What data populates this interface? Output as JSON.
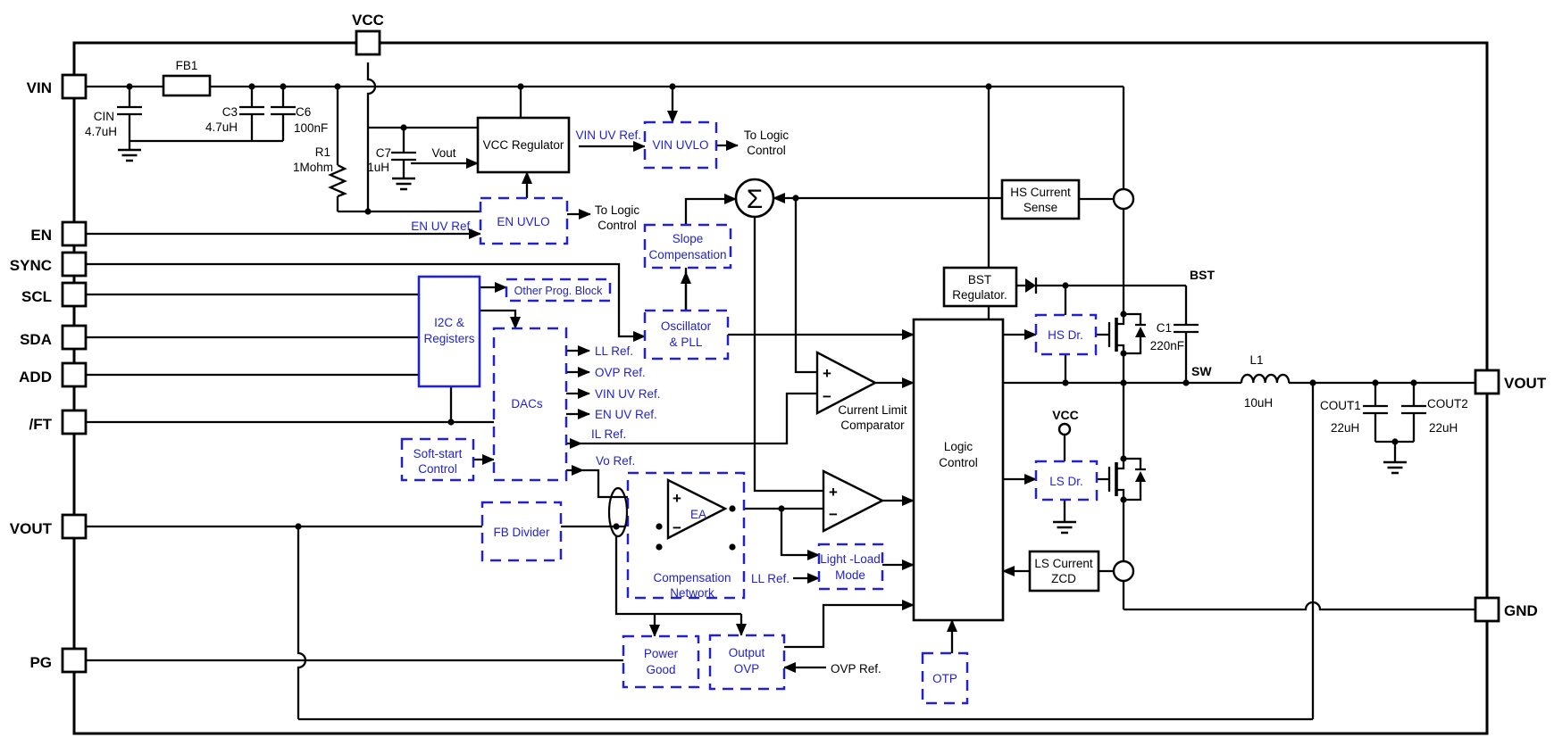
{
  "colors": {
    "blue": "#2222cc",
    "black": "#000000"
  },
  "pins": {
    "vin": "VIN",
    "en": "EN",
    "sync": "SYNC",
    "scl": "SCL",
    "sda": "SDA",
    "add": "ADD",
    "ft": "/FT",
    "vout_left": "VOUT",
    "pg": "PG",
    "vcc": "VCC",
    "vout_right": "VOUT",
    "gnd": "GND"
  },
  "components": {
    "fb1": "FB1",
    "cin_name": "CIN",
    "cin_value": "4.7uH",
    "c3_name": "C3",
    "c3_value": "4.7uH",
    "c6_name": "C6",
    "c6_value": "100nF",
    "r1_name": "R1",
    "r1_value": "1Mohm",
    "c7_name": "C7",
    "c7_value": "1uH",
    "c1_name": "C1",
    "c1_value": "220nF",
    "l1_name": "L1",
    "l1_value": "10uH",
    "cout1_name": "COUT1",
    "cout1_value": "22uH",
    "cout2_name": "COUT2",
    "cout2_value": "22uH"
  },
  "blocks": {
    "vcc_regulator": "VCC Regulator",
    "vin_uvlo": "VIN UVLO",
    "en_uvlo": "EN UVLO",
    "slope_compensation": [
      "Slope",
      "Compensation"
    ],
    "oscillator_pll": [
      "Oscillator",
      "& PLL"
    ],
    "other_prog_block": "Other Prog. Block",
    "i2c_registers": [
      "I2C &",
      "Registers"
    ],
    "dacs": "DACs",
    "soft_start": [
      "Soft-start",
      "Control"
    ],
    "fb_divider": "FB Divider",
    "ea": "EA",
    "compensation_network": [
      "Compensation",
      "Network"
    ],
    "current_limit_comparator": [
      "Current Limit",
      "Comparator"
    ],
    "light_load_mode": [
      "Light -Load",
      "Mode"
    ],
    "logic_control": [
      "Logic",
      "Control"
    ],
    "bst_regulator": [
      "BST",
      "Regulator."
    ],
    "hs_current_sense": [
      "HS Current",
      "Sense"
    ],
    "ls_current_zcd": [
      "LS Current",
      "ZCD"
    ],
    "hs_dr": "HS Dr.",
    "ls_dr": "LS Dr.",
    "power_good": [
      "Power",
      "Good"
    ],
    "output_ovp": [
      "Output",
      "OVP"
    ],
    "otp": "OTP"
  },
  "signals": {
    "vout_sense": "Vout",
    "to_logic": [
      "To Logic",
      "Control"
    ],
    "vin_uv_ref": "VIN UV Ref.",
    "en_uv_ref": "EN UV Ref.",
    "ll_ref": "LL Ref.",
    "ovp_ref": "OVP Ref.",
    "il_ref": "IL Ref.",
    "vo_ref": "Vo Ref.",
    "bst": "BST",
    "sw": "SW",
    "vcc_internal": "VCC"
  },
  "symbols": {
    "sigma": "Σ",
    "plus": "+",
    "minus": "−"
  }
}
